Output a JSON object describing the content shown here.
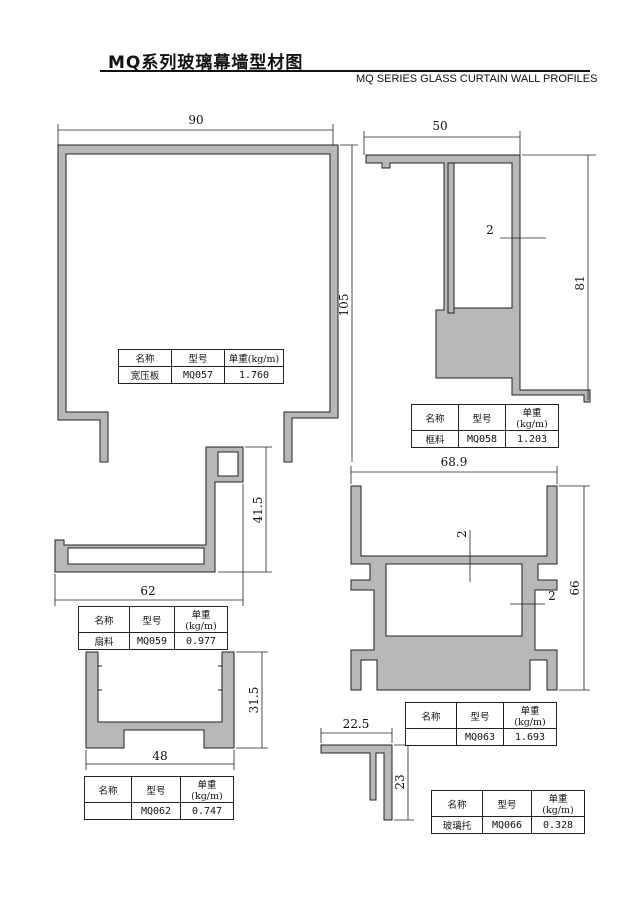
{
  "header": {
    "title_cn": "MQ系列玻璃幕墙型材图",
    "title_en": "MQ SERIES  GLASS CURTAIN WALL PROFILES"
  },
  "table_headers": {
    "name": "名称",
    "model": "型号",
    "weight": "单重(kg/m)"
  },
  "profiles": [
    {
      "name": "宽压板",
      "model": "MQ057",
      "weight": "1.760",
      "dims": [
        "90",
        "105"
      ]
    },
    {
      "name": "框料",
      "model": "MQ058",
      "weight": "1.203",
      "dims": [
        "50",
        "81",
        "2"
      ]
    },
    {
      "name": "扇料",
      "model": "MQ059",
      "weight": "0.977",
      "dims": [
        "41.5",
        "62"
      ]
    },
    {
      "name": "",
      "model": "MQ062",
      "weight": "0.747",
      "dims": [
        "31.5",
        "48"
      ]
    },
    {
      "name": "",
      "model": "MQ063",
      "weight": "1.693",
      "dims": [
        "68.9",
        "2",
        "2",
        "66"
      ]
    },
    {
      "name": "玻璃托",
      "model": "MQ066",
      "weight": "0.328",
      "dims": [
        "22.5",
        "23"
      ]
    }
  ]
}
